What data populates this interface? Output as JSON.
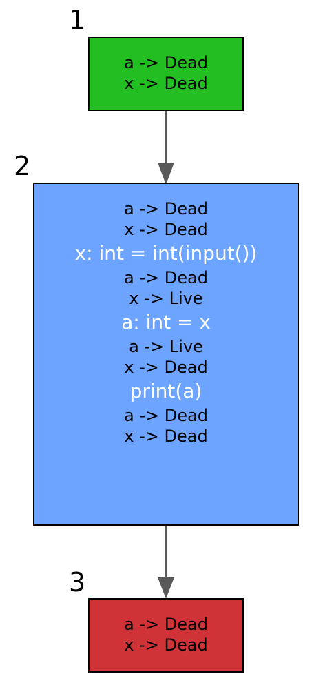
{
  "colors": {
    "entry_fill": "#22be22",
    "body_fill": "#6ca4ff",
    "exit_fill": "#cf3338",
    "edge": "#595959"
  },
  "nodes": [
    {
      "id": "1",
      "lines": [
        "a -> Dead",
        "x -> Dead"
      ]
    },
    {
      "id": "2",
      "blocks": [
        {
          "kind": "state",
          "lines": [
            "a -> Dead",
            "x -> Dead"
          ]
        },
        {
          "kind": "stmt",
          "text": "x: int = int(input())"
        },
        {
          "kind": "state",
          "lines": [
            "a -> Dead",
            "x -> Live"
          ]
        },
        {
          "kind": "stmt",
          "text": "a: int = x"
        },
        {
          "kind": "state",
          "lines": [
            "a -> Live",
            "x -> Dead"
          ]
        },
        {
          "kind": "stmt",
          "text": "print(a)"
        },
        {
          "kind": "state",
          "lines": [
            "a -> Dead",
            "x -> Dead"
          ]
        }
      ]
    },
    {
      "id": "3",
      "lines": [
        "a -> Dead",
        "x -> Dead"
      ]
    }
  ]
}
